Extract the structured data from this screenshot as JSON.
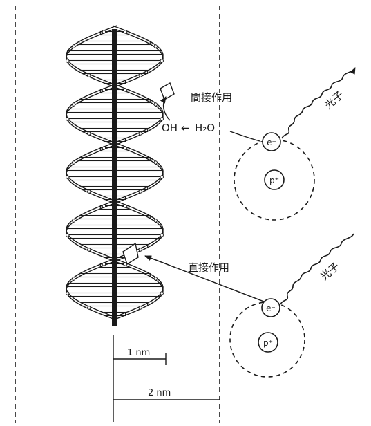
{
  "labels": {
    "indirect_action": "間接作用",
    "direct_action": "直接作用",
    "photon_top": "光子",
    "photon_bottom": "光子",
    "hydroxyl": "OH",
    "arrow_glyph": "←",
    "water": "H₂O",
    "electron_top": "e⁻",
    "proton_top": "p⁺",
    "electron_bottom": "e⁻",
    "proton_bottom": "p⁺",
    "measure_1nm": "1 nm",
    "measure_2nm": "2 nm"
  },
  "colors": {
    "ink": "#1a1a1a",
    "background": "#ffffff"
  }
}
